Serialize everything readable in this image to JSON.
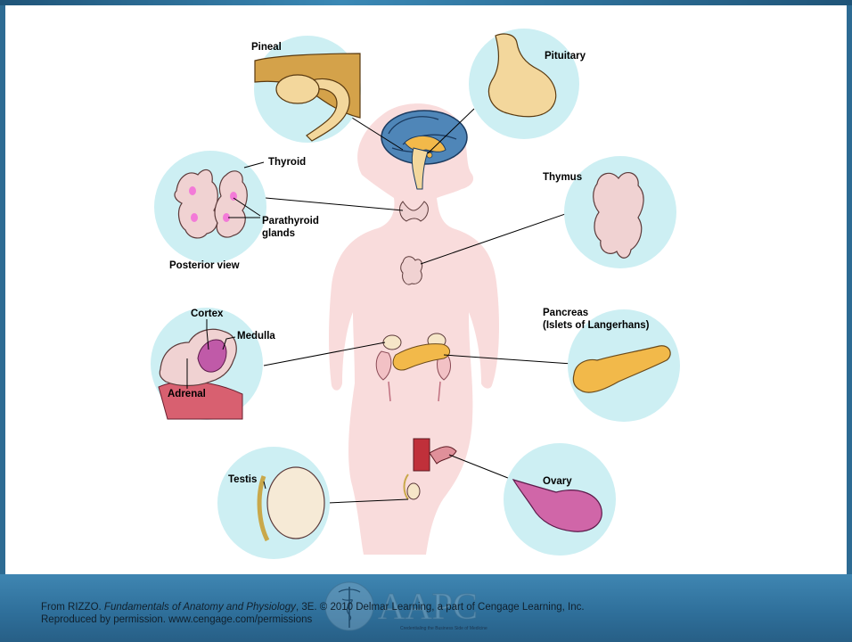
{
  "labels": {
    "pineal": "Pineal",
    "pituitary": "Pituitary",
    "thyroid": "Thyroid",
    "parathyroid_line1": "Parathyroid",
    "parathyroid_line2": "glands",
    "posterior_view": "Posterior view",
    "thymus": "Thymus",
    "cortex": "Cortex",
    "medulla": "Medulla",
    "adrenal": "Adrenal",
    "pancreas_line1": "Pancreas",
    "pancreas_line2": "(Islets of Langerhans)",
    "testis": "Testis",
    "ovary": "Ovary"
  },
  "credit": {
    "line1_prefix": "From RIZZO. ",
    "book_title": "Fundamentals of Anatomy and Physiology",
    "line1_suffix": ", 3E. © 2010 Delmar Learning, a part of Cengage Learning, Inc.",
    "line2": "Reproduced by permission. www.cengage.com/permissions"
  },
  "logo": {
    "name": "AAPC",
    "tagline": "Credentialing the Business Side of Medicine"
  },
  "colors": {
    "slide_background": "#ffffff",
    "footer_blue": "#2e6e99",
    "circle_fill": "#cdeff3",
    "body_silhouette": "#f9dcdc",
    "gland_tan": "#f4d48f",
    "gland_orange": "#f2b94a",
    "thyroid_pink": "#f0d2d2",
    "parathyroid_magenta": "#f37ad8"
  }
}
